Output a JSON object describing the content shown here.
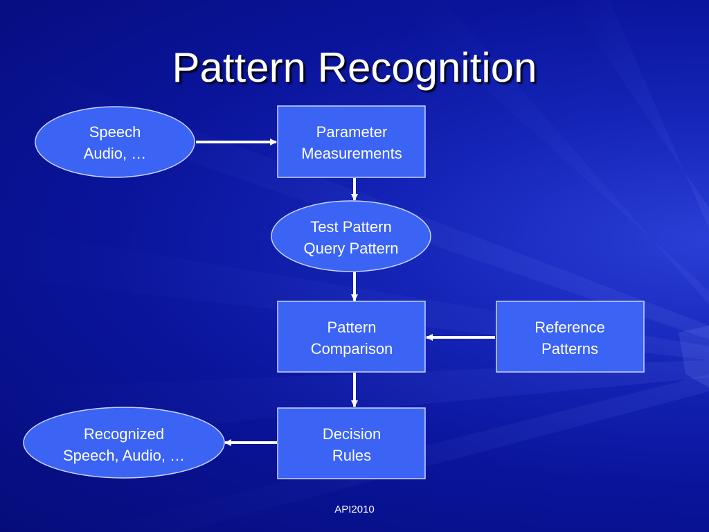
{
  "title": "Pattern Recognition",
  "footer": "API2010",
  "colors": {
    "node_fill": "#3b63f4",
    "node_stroke": "#c9d4ff",
    "arrow": "#ffffff"
  },
  "nodes": {
    "input": {
      "shape": "ellipse",
      "lines": [
        "Speech",
        "Audio, …"
      ]
    },
    "params": {
      "shape": "rectangle",
      "lines": [
        "Parameter",
        "Measurements"
      ]
    },
    "test": {
      "shape": "ellipse",
      "lines": [
        "Test Pattern",
        "Query Pattern"
      ]
    },
    "compare": {
      "shape": "rectangle",
      "lines": [
        "Pattern",
        "Comparison"
      ]
    },
    "reference": {
      "shape": "rectangle",
      "lines": [
        "Reference",
        "Patterns"
      ]
    },
    "decision": {
      "shape": "rectangle",
      "lines": [
        "Decision",
        "Rules"
      ]
    },
    "output": {
      "shape": "ellipse",
      "lines": [
        "Recognized",
        "Speech, Audio, …"
      ]
    }
  },
  "edges": [
    {
      "from": "input",
      "to": "params"
    },
    {
      "from": "params",
      "to": "test"
    },
    {
      "from": "test",
      "to": "compare"
    },
    {
      "from": "reference",
      "to": "compare"
    },
    {
      "from": "compare",
      "to": "decision"
    },
    {
      "from": "decision",
      "to": "output"
    }
  ]
}
